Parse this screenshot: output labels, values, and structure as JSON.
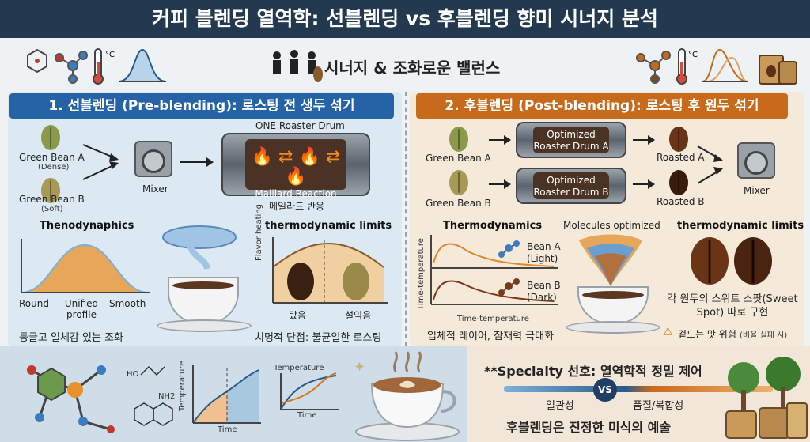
{
  "title": "커피 블렌딩 열역학: 선블렌딩 vs 후블렌딩 향미 시너지 분석",
  "synergy_title": "시너지 & 조화로운 밸런스",
  "left": {
    "header": "1. 선블렌딩 (Pre-blending): 로스팅 전 생두 섞기",
    "bean_a": "Green Bean A",
    "bean_a_note": "(Dense)",
    "bean_b": "Green Bean B",
    "bean_b_note": "(Soft)",
    "mixer": "Mixer",
    "drum_title": "ONE Roaster Drum",
    "drum_label": "Maillard Reaction",
    "drum_caption": "메일라드 반응",
    "chart1_title": "Thenodynaphics",
    "chart1_x": [
      "Round",
      "Unified profile",
      "Smooth"
    ],
    "chart1_caption": "둥글고 일체감 있는 조화",
    "chart2_title": "thermodynamic limits",
    "chart2_ylabel": "Flavor heating",
    "chart2_burnt": "탔음",
    "chart2_raw": "설익음",
    "chart2_caption": "치명적 단점: 불균일한 로스팅"
  },
  "right": {
    "header": "2. 후블렌딩 (Post-blending): 로스팅 후 원두 섞기",
    "bean_a": "Green Bean A",
    "bean_b": "Green Bean B",
    "drum_a": "Optimized Roaster Drum A",
    "drum_b": "Optimized Roaster Drum B",
    "roasted_a": "Roasted A",
    "roasted_b": "Roasted B",
    "mixer": "Mixer",
    "chart1_title": "Thermodynamics",
    "chart1_ylabel": "Time-temperature",
    "chart1_xlabel": "Time-temperature",
    "bean_a_label": "Bean A (Light)",
    "bean_b_label": "Bean B (Dark)",
    "molecules": "Molecules optimized",
    "chart2_title": "thermodynamic limits",
    "sweet_spot": "각 원두의 스위트 스팟(Sweet Spot) 따로 구현",
    "caption1": "입체적 레이어, 잠재력 극대화",
    "warning": "겉도는 맛 위험",
    "warning_note": "(비율 실패 시)"
  },
  "bottom": {
    "chem1": "HO",
    "chem2": "NH2",
    "chart_ylabel": "Temperature",
    "chart_xlabel": "Time",
    "specialty": "**Specialty 선호: 열역학적 정밀 제어",
    "left_scale": "일관성",
    "vs": "VS",
    "right_scale": "품질/복합성",
    "conclusion": "후블렌딩은 진정한 미식의 예술"
  },
  "colors": {
    "title_bg": "#23394f",
    "left_accent": "#2563a6",
    "right_accent": "#c86a1c"
  }
}
